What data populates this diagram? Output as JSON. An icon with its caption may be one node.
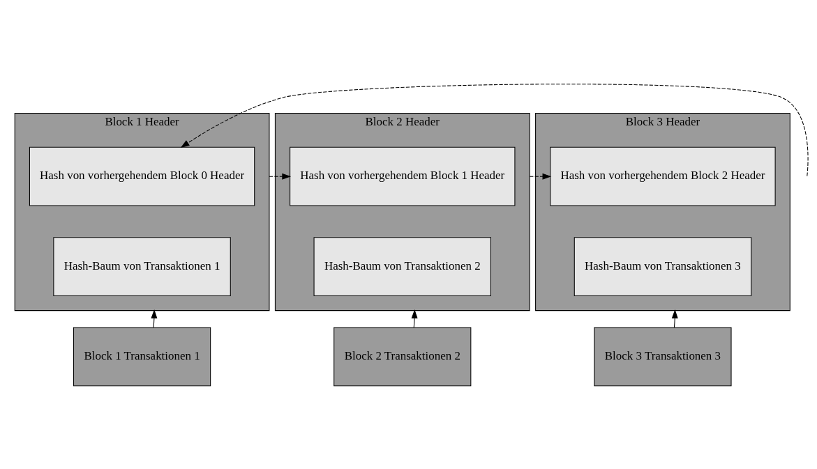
{
  "diagram": {
    "nodes": [
      {
        "text": [
          "Block 1 Header"
        ]
      },
      {
        "text": [
          "Hash von vorhergehendem Block 0 Header"
        ],
        "in": 0
      },
      {
        "text": [
          "Hash-Baum von Transaktionen 1"
        ],
        "in": 0
      },
      {
        "text": [
          "Block 2 Header"
        ]
      },
      {
        "text": [
          "Hash von vorhergehendem Block 1 Header"
        ],
        "in": 3
      },
      {
        "text": [
          "Hash-Baum von Transaktionen 2"
        ],
        "in": 3
      },
      {
        "text": [
          "Block 3 Header"
        ]
      },
      {
        "text": [
          "Hash von vorhergehendem Block 2 Header"
        ],
        "in": 6
      },
      {
        "text": [
          "Hash-Baum von Transaktionen 3"
        ],
        "in": 6
      },
      {
        "text": [
          "Block 1 Transaktionen 1"
        ]
      },
      {
        "text": [
          "Block 2 Transaktionen 2"
        ]
      },
      {
        "text": [
          "Block 3 Transaktionen 3"
        ]
      }
    ],
    "edges": [
      {
        "from": null,
        "to": 1,
        "arrow": "to",
        "style": "dashed"
      },
      {
        "from": 0,
        "to": 4,
        "arrow": "to",
        "style": "dashed"
      },
      {
        "from": 3,
        "to": 7,
        "arrow": "to",
        "style": "dashed"
      },
      {
        "from": 9,
        "to": 0,
        "arrow": "to"
      },
      {
        "from": 10,
        "to": 3,
        "arrow": "to"
      },
      {
        "from": 11,
        "to": 6,
        "arrow": "to"
      }
    ]
  }
}
